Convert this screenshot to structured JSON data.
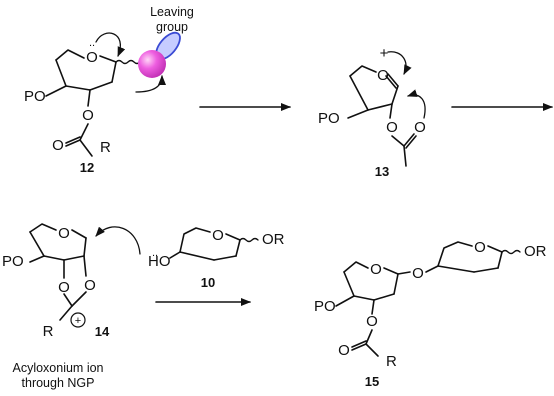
{
  "annotations": {
    "leaving_group_line1": "Leaving",
    "leaving_group_line2": "group",
    "ngp_line1": "Acyloxonium ion",
    "ngp_line2": "through NGP"
  },
  "compounds": {
    "c12": "12",
    "c13": "13",
    "c14": "14",
    "c10": "10",
    "c15": "15"
  },
  "atoms": {
    "p12_PO": "PO",
    "p12_O_ring": "O",
    "p12_O_ester": "O",
    "p12_O_carbonyl": "O",
    "p12_R": "R",
    "p12_lone_pair": "..",
    "p13_PO": "PO",
    "p13_O_ring": "O",
    "p13_O_ester": "O",
    "p13_O_carbonyl": "O",
    "p13_plus": "+",
    "p14_PO": "PO",
    "p14_O_ring": "O",
    "p14_O_a": "O",
    "p14_O_b": "O",
    "p14_R": "R",
    "p14_charge": "+",
    "p10_HO": "HO",
    "p10_O_ring": "O",
    "p10_OR": "OR",
    "p10_lone_pair": "..",
    "p15_PO": "PO",
    "p15_O_ring1": "O",
    "p15_O_link": "O",
    "p15_O_ring2": "O",
    "p15_OR": "OR",
    "p15_O_ester": "O",
    "p15_O_carbonyl": "O",
    "p15_R": "R"
  },
  "colors": {
    "leaving_group_fill": "#e84fd8",
    "leaving_group_orbital": "#3b4bd4",
    "ink": "#111111"
  }
}
